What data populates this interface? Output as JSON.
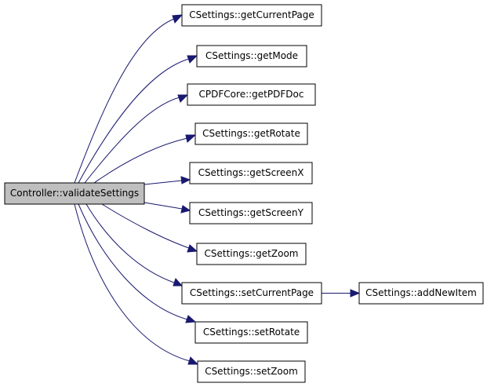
{
  "diagram": {
    "root": "Controller::validateSettings",
    "nodes": {
      "controller_validatesettings": "Controller::validateSettings",
      "csettings_getcurrentpage": "CSettings::getCurrentPage",
      "csettings_getmode": "CSettings::getMode",
      "cpdfcore_getpdfdoc": "CPDFCore::getPDFDoc",
      "csettings_getrotate": "CSettings::getRotate",
      "csettings_getscreenx": "CSettings::getScreenX",
      "csettings_getscreeny": "CSettings::getScreenY",
      "csettings_getzoom": "CSettings::getZoom",
      "csettings_setcurrentpage": "CSettings::setCurrentPage",
      "csettings_addnewitem": "CSettings::addNewItem",
      "csettings_setrotate": "CSettings::setRotate",
      "csettings_setzoom": "CSettings::setZoom"
    },
    "edges": [
      {
        "from": "controller_validatesettings",
        "to": "csettings_getcurrentpage"
      },
      {
        "from": "controller_validatesettings",
        "to": "csettings_getmode"
      },
      {
        "from": "controller_validatesettings",
        "to": "cpdfcore_getpdfdoc"
      },
      {
        "from": "controller_validatesettings",
        "to": "csettings_getrotate"
      },
      {
        "from": "controller_validatesettings",
        "to": "csettings_getscreenx"
      },
      {
        "from": "controller_validatesettings",
        "to": "csettings_getscreeny"
      },
      {
        "from": "controller_validatesettings",
        "to": "csettings_getzoom"
      },
      {
        "from": "controller_validatesettings",
        "to": "csettings_setcurrentpage"
      },
      {
        "from": "controller_validatesettings",
        "to": "csettings_setrotate"
      },
      {
        "from": "controller_validatesettings",
        "to": "csettings_setzoom"
      },
      {
        "from": "csettings_setcurrentpage",
        "to": "csettings_addnewitem"
      }
    ],
    "colors": {
      "root_fill": "#bfbfbf",
      "node_fill": "#ffffff",
      "node_border": "#000000",
      "edge": "#191970"
    }
  }
}
